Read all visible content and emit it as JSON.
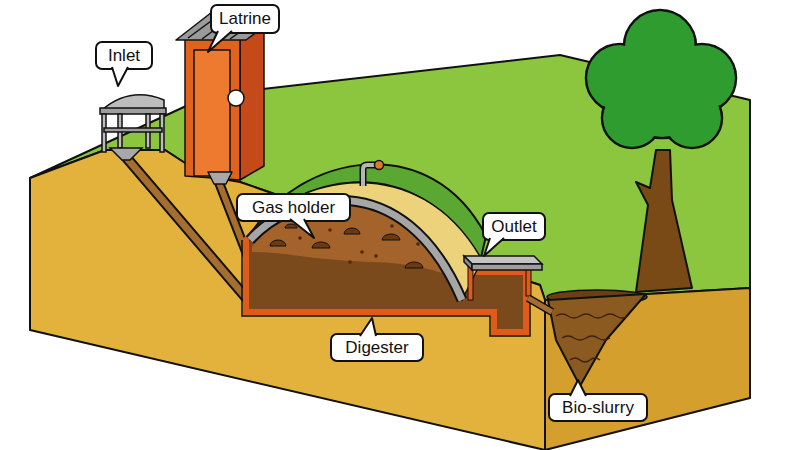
{
  "diagram": {
    "nodes": [
      {
        "text": [
          "Latrine"
        ]
      },
      {
        "text": [
          "Inlet"
        ]
      },
      {
        "text": [
          "Gas holder"
        ]
      },
      {
        "text": [
          "Outlet"
        ]
      },
      {
        "text": [
          "Digester"
        ]
      },
      {
        "text": [
          "Bio-slurry"
        ]
      }
    ]
  }
}
